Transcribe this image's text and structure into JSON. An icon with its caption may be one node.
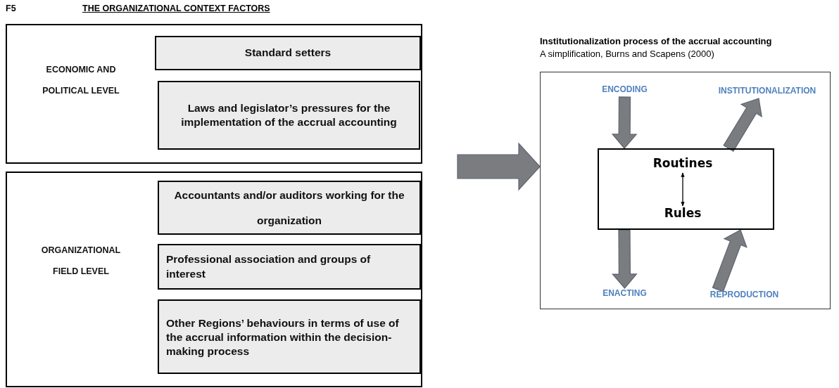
{
  "diagram": {
    "title": "THE ORGANIZATIONAL CONTEXT FACTORS",
    "nodes": [
      {
        "text": [
          "ECONOMIC AND POLITICAL LEVEL"
        ]
      },
      {
        "text": [
          "Standard setters"
        ],
        "in": 0
      },
      {
        "text": [
          "Laws and legislator’s pressures for the implementation of the accrual accounting"
        ],
        "in": 0
      },
      {
        "text": [
          "ORGANIZATIONAL FIELD LEVEL"
        ]
      },
      {
        "text": [
          "Accountants and/or auditors working for the organization"
        ],
        "in": 3
      },
      {
        "text": [
          "Professional association and groups of interest"
        ],
        "in": 3
      },
      {
        "text": [
          "Other Regions’ behaviours in terms of use of the accrual information within the decision-making process"
        ],
        "in": 3
      },
      {
        "text": [
          "Institutionalization process of the accrual accounting",
          "A simplification, Burns and Scapens (2000)"
        ]
      },
      {
        "text": [],
        "shape": "box",
        "in": 7
      },
      {
        "text": [
          "Routines"
        ],
        "in": 8
      },
      {
        "text": [
          "Rules"
        ],
        "in": 8
      },
      {
        "text": [
          "ENCODING"
        ],
        "in": 7
      },
      {
        "text": [
          "INSTITUTIONALIZATION"
        ],
        "in": 7
      },
      {
        "text": [
          "ENACTING"
        ],
        "in": 7
      },
      {
        "text": [
          "REPRODUCTION"
        ],
        "in": 7
      }
    ],
    "edges": [
      {
        "from": null,
        "to": 7,
        "arrow": "to",
        "style": "thick"
      },
      {
        "from": 11,
        "to": 8,
        "arrow": "to",
        "style": "thick"
      },
      {
        "from": 8,
        "to": 12,
        "arrow": "to",
        "style": "thick"
      },
      {
        "from": 8,
        "to": 13,
        "arrow": "to",
        "style": "thick"
      },
      {
        "from": 14,
        "to": 8,
        "arrow": "to",
        "style": "thick"
      },
      {
        "from": 9,
        "to": 10,
        "arrow": "both"
      }
    ],
    "labels": [
      "F5"
    ]
  }
}
